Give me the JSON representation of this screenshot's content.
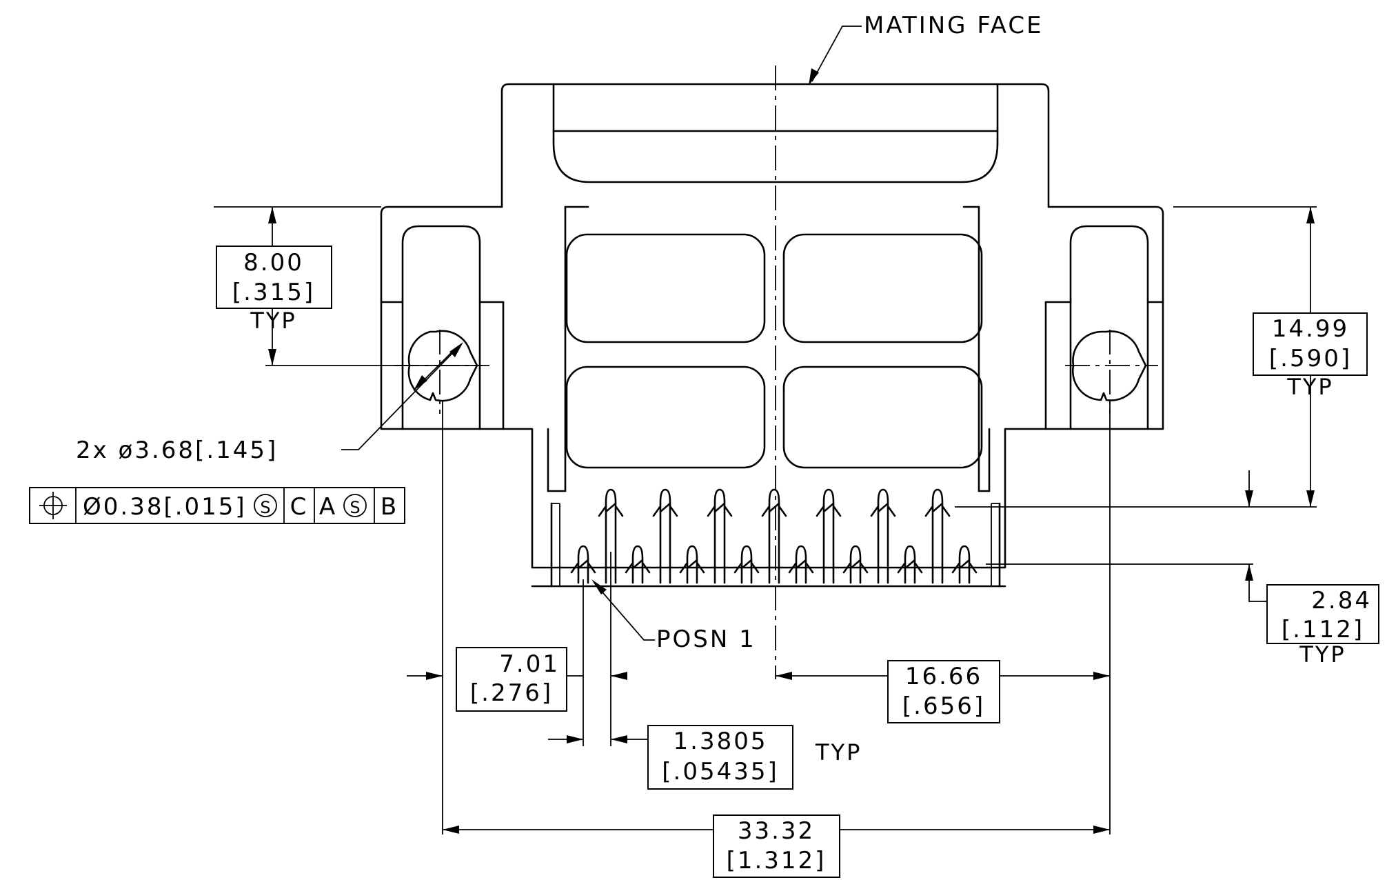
{
  "labels": {
    "mating_face": "MATING FACE",
    "posn1": "POSN 1",
    "hole_callout": "2x ø3.68[.145]",
    "typ": "TYP"
  },
  "dimensions": {
    "d8": {
      "mm": "8.00",
      "in": "[.315]"
    },
    "d1499": {
      "mm": "14.99",
      "in": "[.590]"
    },
    "d284": {
      "mm": "2.84",
      "in": "[.112]"
    },
    "d701": {
      "mm": "7.01",
      "in": "[.276]"
    },
    "d1666": {
      "mm": "16.66",
      "in": "[.656]"
    },
    "d13805": {
      "mm": "1.3805",
      "in": "[.05435]"
    },
    "d3332": {
      "mm": "33.32",
      "in": "[1.312]"
    }
  },
  "fcf": {
    "symbol": "position-icon",
    "tolerance": "Ø0.38[.015]",
    "mod1": "S",
    "datum1": "C",
    "datum2": "A",
    "mod2": "S",
    "datum3": "B"
  }
}
